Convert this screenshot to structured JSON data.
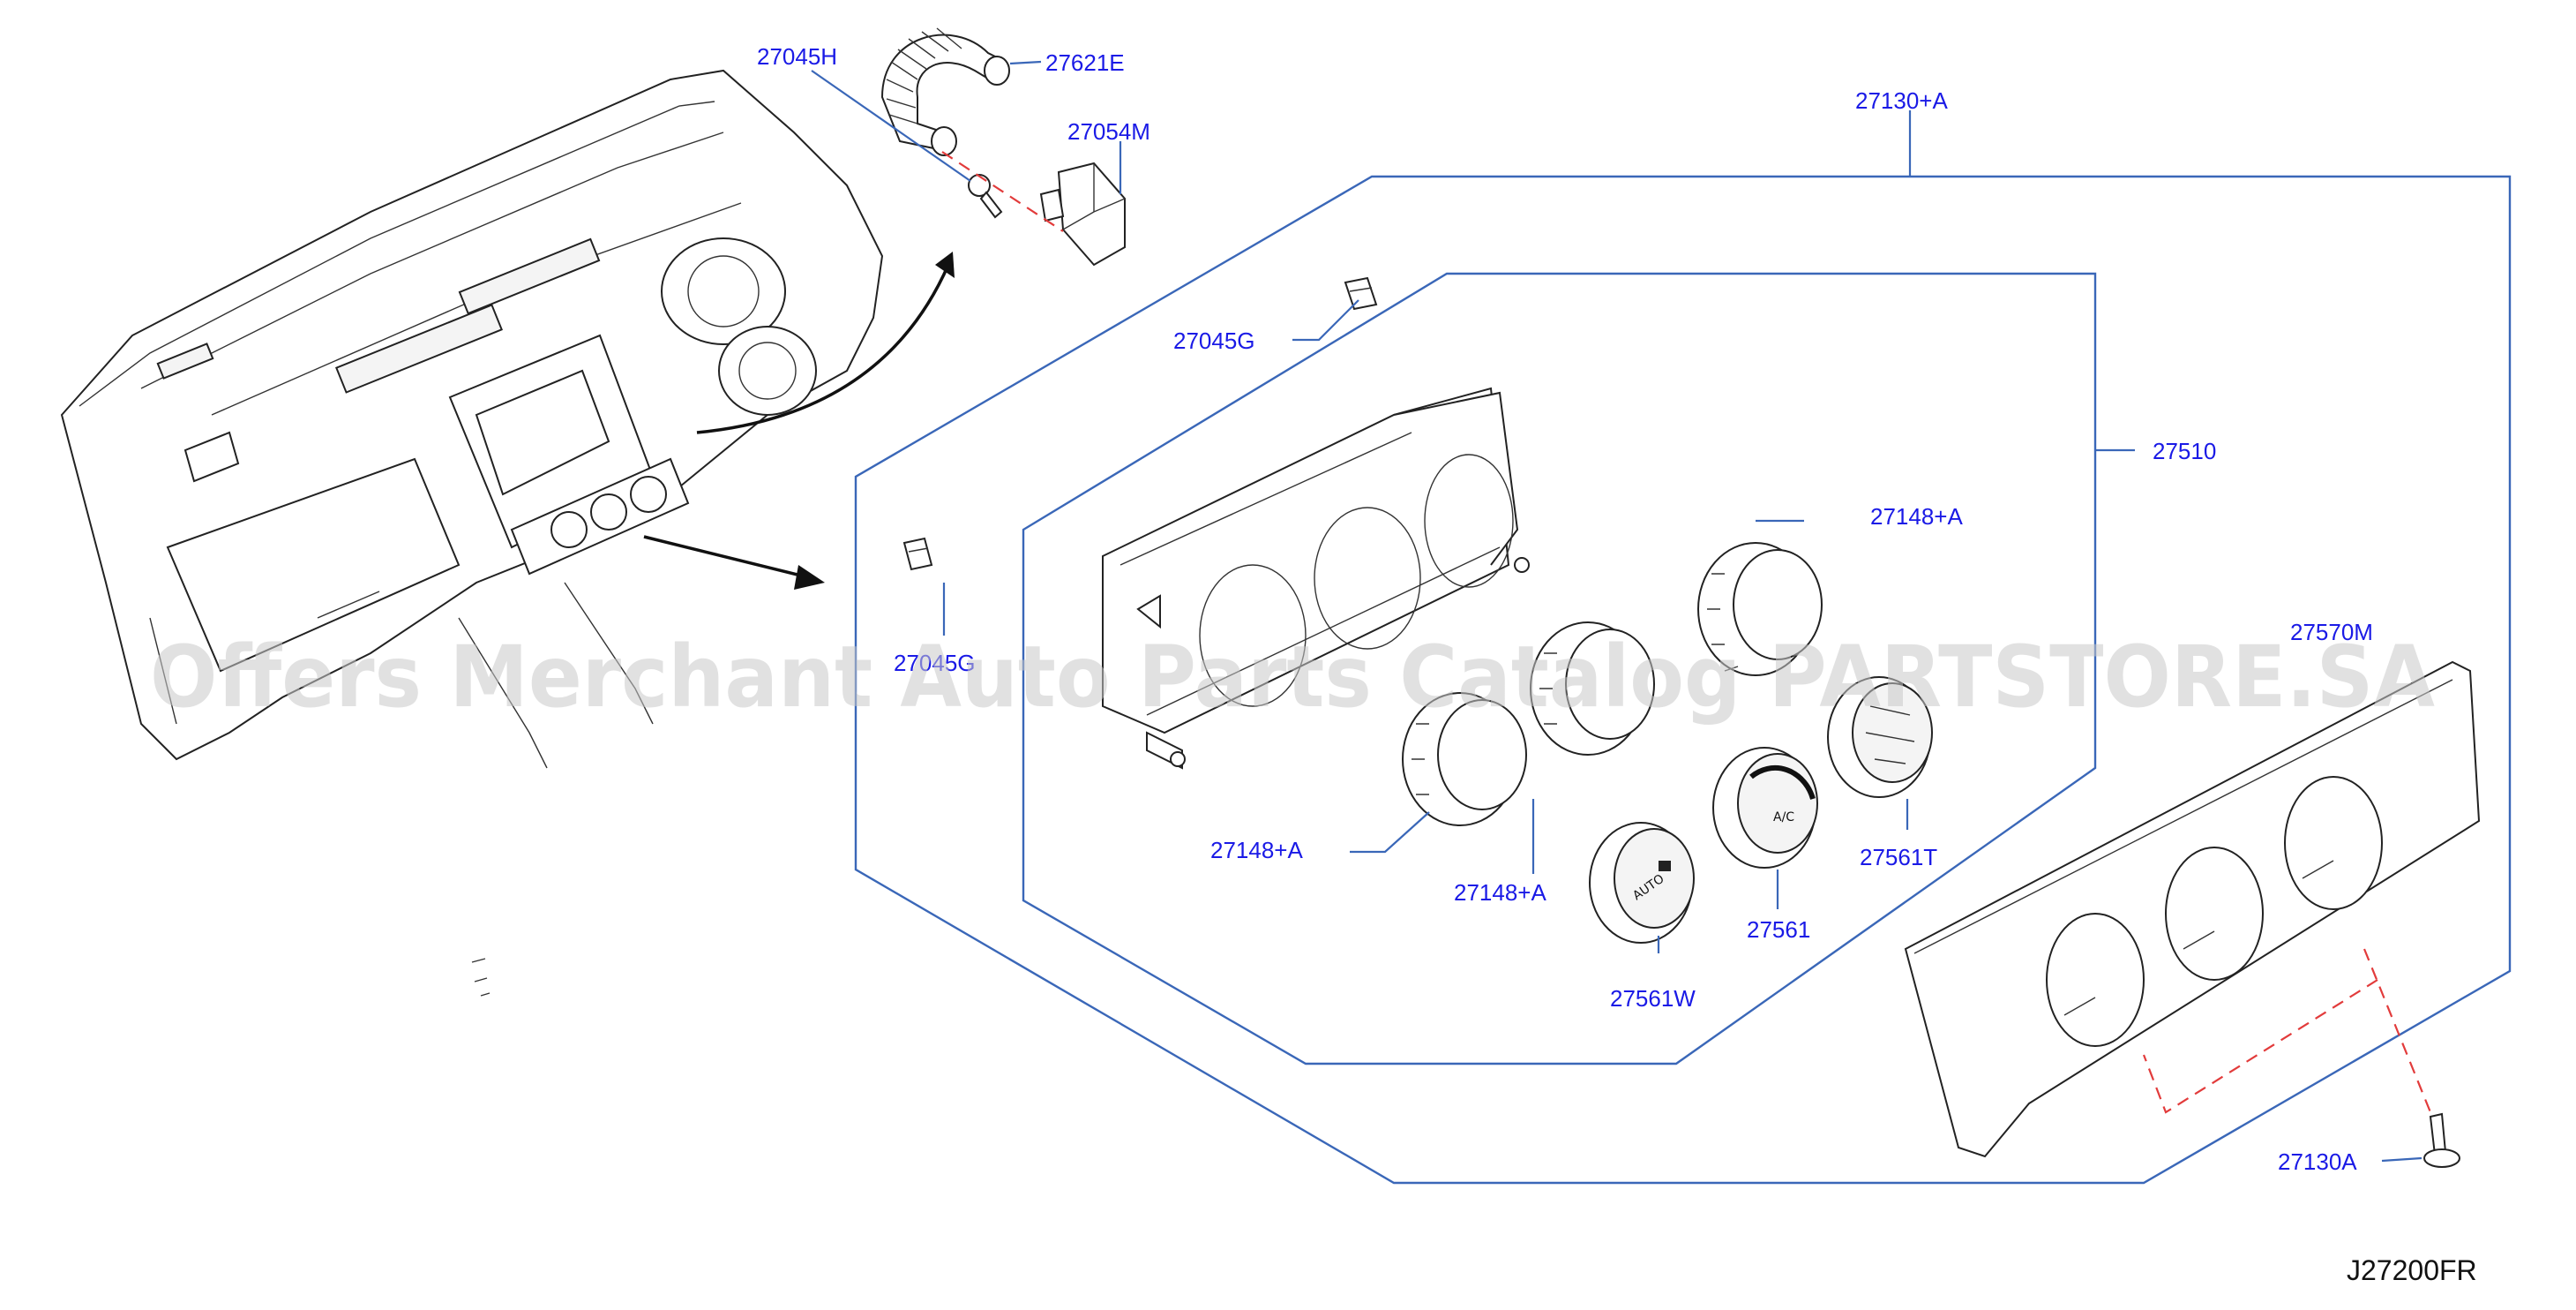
{
  "diagram": {
    "code": "J27200FR",
    "watermark": "Offers Merchant Auto Parts Catalog PARTSTORE.SA",
    "parts": {
      "p27045H": "27045H",
      "p27621E": "27621E",
      "p27054M": "27054M",
      "p27130A_plus": "27130+A",
      "p27045G_top": "27045G",
      "p27045G_left": "27045G",
      "p27510": "27510",
      "p27148A_right": "27148+A",
      "p27148A_left": "27148+A",
      "p27148A_bottom": "27148+A",
      "p27570M": "27570M",
      "p27561T": "27561T",
      "p27561": "27561",
      "p27561W": "27561W",
      "p27130A": "27130A"
    },
    "knob_text": {
      "knob_a": "A/C",
      "knob_b": "AUTO"
    },
    "colors": {
      "label": "#1a1ae6",
      "leader": "#3a67b8",
      "dashed_guide": "#e23b3b",
      "watermark": "#c9c9c9"
    }
  }
}
